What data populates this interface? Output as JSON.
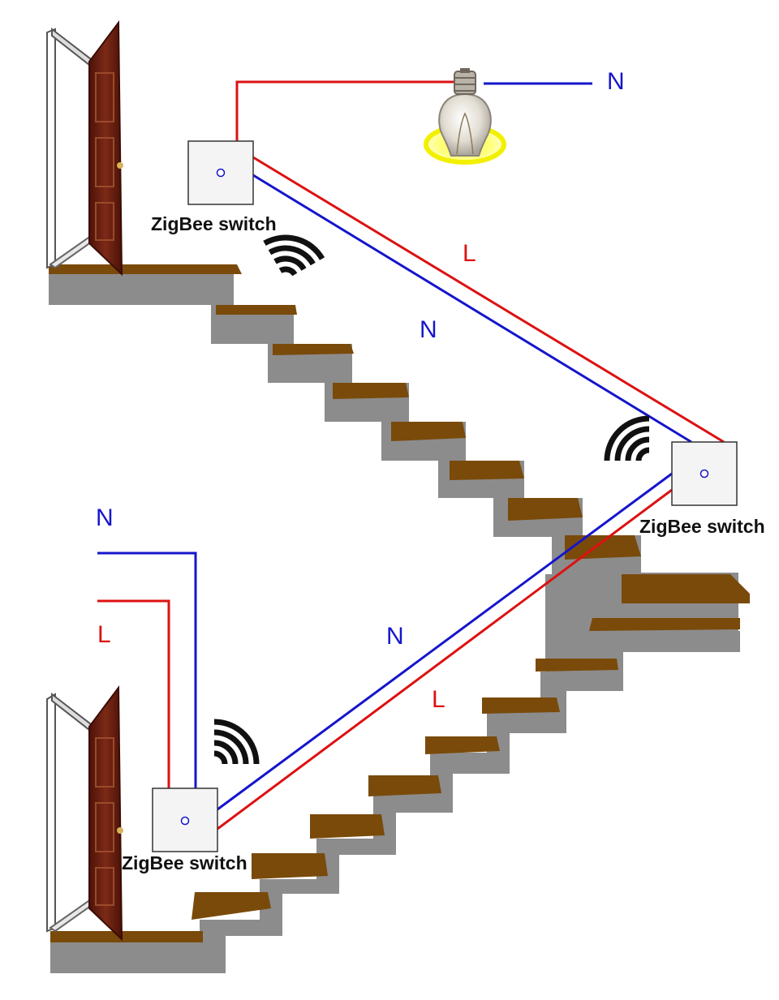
{
  "colors": {
    "neutral_wire": "#1515cc",
    "live_wire": "#dd1111",
    "stair_tread": "#7a4a0a",
    "stair_body": "#8c8c8c",
    "door": "#6b1f12",
    "bulb_glow": "#f2f000",
    "switch_face": "#f4f4f4",
    "signal": "#111111"
  },
  "switches": {
    "top": {
      "label": "ZigBee switch",
      "icon": "zigbee-switch-icon"
    },
    "right": {
      "label": "ZigBee switch",
      "icon": "zigbee-switch-icon"
    },
    "bottom": {
      "label": "ZigBee switch",
      "icon": "zigbee-switch-icon"
    }
  },
  "wires": {
    "bulb_neutral_label": "N",
    "top_live_label": "L",
    "top_neutral_label": "N",
    "bottom_supply_neutral_label": "N",
    "bottom_supply_live_label": "L",
    "bottom_neutral_label": "N",
    "bottom_live_label": "L"
  },
  "icons": {
    "bulb": "light-bulb-icon",
    "door": "door-icon",
    "signal": "wireless-signal-icon",
    "stairs": "staircase-icon"
  }
}
